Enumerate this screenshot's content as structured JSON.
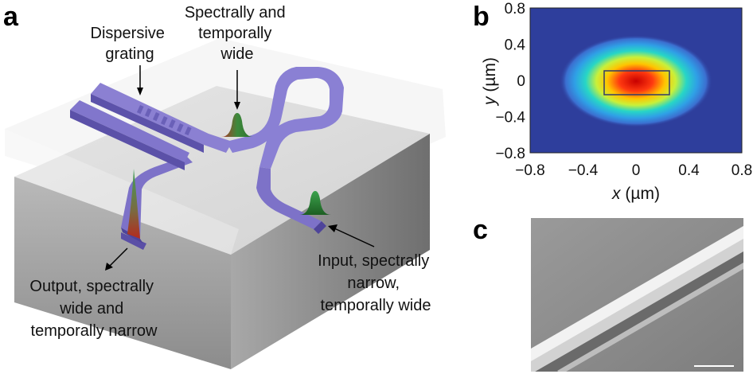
{
  "panels": {
    "a": "a",
    "b": "b",
    "c": "c"
  },
  "schematic": {
    "label_dispersive_grating": [
      "Dispersive",
      "grating"
    ],
    "label_spectrally_temporally_wide": [
      "Spectrally and",
      "temporally",
      "wide"
    ],
    "label_output": [
      "Output, spectrally",
      "wide and",
      "temporally narrow"
    ],
    "label_input": [
      "Input, spectrally",
      "narrow,",
      "temporally wide"
    ],
    "colors": {
      "waveguide": "#7d72c8",
      "substrate": "#d6d6d6"
    }
  },
  "mode_plot": {
    "x_label_var": "x",
    "x_label_unit": " (µm)",
    "y_label_var": "y",
    "y_label_unit": " (µm)",
    "x_ticks": [
      "−0.8",
      "−0.4",
      "0",
      "0.4",
      "0.8"
    ],
    "y_ticks": [
      "0.8",
      "0.4",
      "0",
      "−0.4",
      "−0.8"
    ],
    "xlim": [
      -0.8,
      0.8
    ],
    "ylim": [
      -0.8,
      0.8
    ],
    "colors": {
      "background": "#2e3e9c",
      "peak": "#d01010"
    }
  },
  "sem": {
    "colors": {
      "background": "#8e8e8e"
    }
  }
}
